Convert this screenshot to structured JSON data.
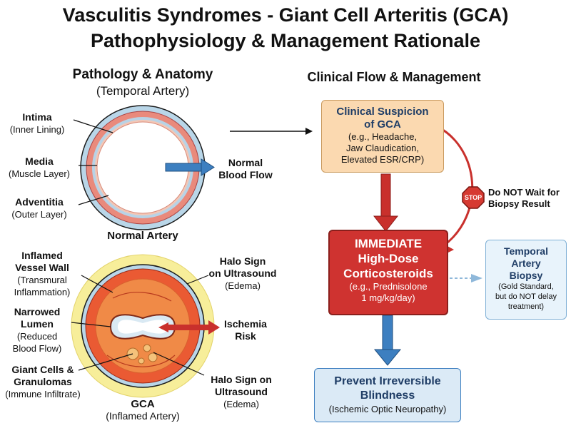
{
  "title": {
    "line1": "Vasculitis Syndromes - Giant Cell Arteritis (GCA)",
    "line2": "Pathophysiology & Management Rationale"
  },
  "left": {
    "heading": "Pathology & Anatomy",
    "subheading": "(Temporal Artery)",
    "normal": {
      "intima": {
        "name": "Intima",
        "desc": "(Inner Lining)"
      },
      "media": {
        "name": "Media",
        "desc": "(Muscle Layer)"
      },
      "adventitia": {
        "name": "Adventitia",
        "desc": "(Outer Layer)"
      },
      "flow": {
        "line1": "Normal",
        "line2": "Blood Flow"
      },
      "caption": "Normal Artery"
    },
    "gca": {
      "inflamed": {
        "line1": "Inflamed",
        "line2": "Vessel Wall",
        "desc1": "(Transmural",
        "desc2": "Inflammation)"
      },
      "narrowed": {
        "line1": "Narrowed",
        "line2": "Lumen",
        "desc1": "(Reduced",
        "desc2": "Blood Flow)"
      },
      "giant": {
        "line1": "Giant Cells &",
        "line2": "Granulomas",
        "desc": "(Immune Infiltrate)"
      },
      "halo_top": {
        "line1": "Halo Sign",
        "line2": "on Ultrasound",
        "desc": "(Edema)"
      },
      "ischemia": {
        "line1": "Ischemia",
        "line2": "Risk"
      },
      "halo_bottom": {
        "line1": "Halo Sign on",
        "line2": "Ultrasound",
        "desc": "(Edema)"
      },
      "caption": "GCA",
      "caption_sub": "(Inflamed Artery)"
    }
  },
  "right": {
    "heading": "Clinical Flow & Management",
    "suspicion": {
      "title1": "Clinical Suspicion",
      "title2": "of GCA",
      "d1": "(e.g., Headache,",
      "d2": "Jaw Claudication,",
      "d3": "Elevated ESR/CRP)"
    },
    "stop": {
      "sign": "STOP",
      "line1": "Do NOT Wait for",
      "line2": "Biopsy Result"
    },
    "steroids": {
      "t1": "IMMEDIATE",
      "t2": "High-Dose",
      "t3": "Corticosteroids",
      "d1": "(e.g., Prednisolone",
      "d2": "1 mg/kg/day)"
    },
    "biopsy": {
      "t1": "Temporal",
      "t2": "Artery",
      "t3": "Biopsy",
      "d1": "(Gold Standard,",
      "d2": "but do NOT delay",
      "d3": "treatment)"
    },
    "prevent": {
      "t1": "Prevent Irreversible",
      "t2": "Blindness",
      "d1": "(Ischemic Optic Neuropathy)"
    }
  },
  "colors": {
    "vessel_outer": "#b9d6e8",
    "vessel_muscle": "#e98a7c",
    "gca_halo": "#f7ee9a",
    "gca_wall": "#ea5a33",
    "suspicion_fill": "#fbd9b0",
    "steroid_fill": "#cf3330",
    "biopsy_fill": "#e8f3fb",
    "prevent_fill": "#dbeaf6",
    "arrow_red": "#c9302c",
    "arrow_blue": "#3d7fc0"
  }
}
